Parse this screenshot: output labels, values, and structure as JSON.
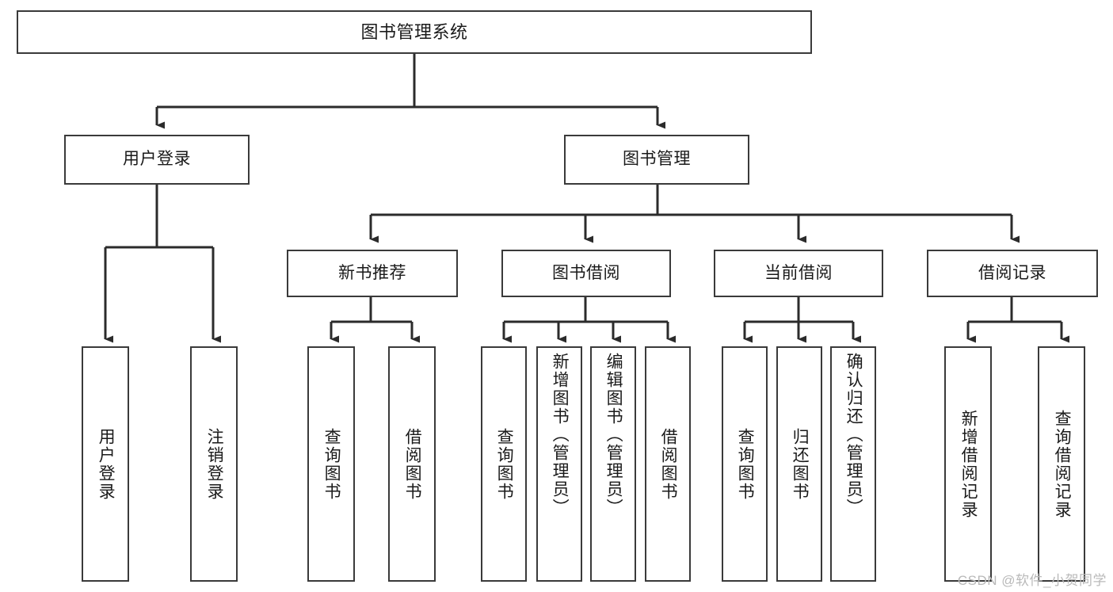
{
  "diagram": {
    "title": "图书管理系统",
    "type": "tree-hierarchy-diagram",
    "colors": {
      "box_border": "#3a3a3a",
      "box_fill": "#ffffff",
      "edge": "#2b2b2b",
      "text": "#1a1a1a",
      "watermark": "#b9b9b9",
      "background": "#ffffff"
    },
    "watermark": "CSDN @软件_小贺同学"
  },
  "nodes": {
    "root": {
      "label": "图书管理系统"
    },
    "level2": [
      {
        "label": "用户登录"
      },
      {
        "label": "图书管理"
      }
    ],
    "level3": [
      {
        "label": "新书推荐"
      },
      {
        "label": "图书借阅"
      },
      {
        "label": "当前借阅"
      },
      {
        "label": "借阅记录"
      }
    ],
    "leaves": {
      "user_login": [
        {
          "label": "用户登录"
        },
        {
          "label": "注销登录"
        }
      ],
      "new_book_recommend": [
        {
          "label": "查询图书"
        },
        {
          "label": "借阅图书"
        }
      ],
      "book_borrow": [
        {
          "label": "查询图书"
        },
        {
          "label": "新增图书（管理员）"
        },
        {
          "label": "编辑图书（管理员）"
        },
        {
          "label": "借阅图书"
        }
      ],
      "current_borrow": [
        {
          "label": "查询图书"
        },
        {
          "label": "归还图书"
        },
        {
          "label": "确认归还（管理员）"
        }
      ],
      "borrow_record": [
        {
          "label": "新增借阅记录"
        },
        {
          "label": "查询借阅记录"
        }
      ]
    }
  }
}
